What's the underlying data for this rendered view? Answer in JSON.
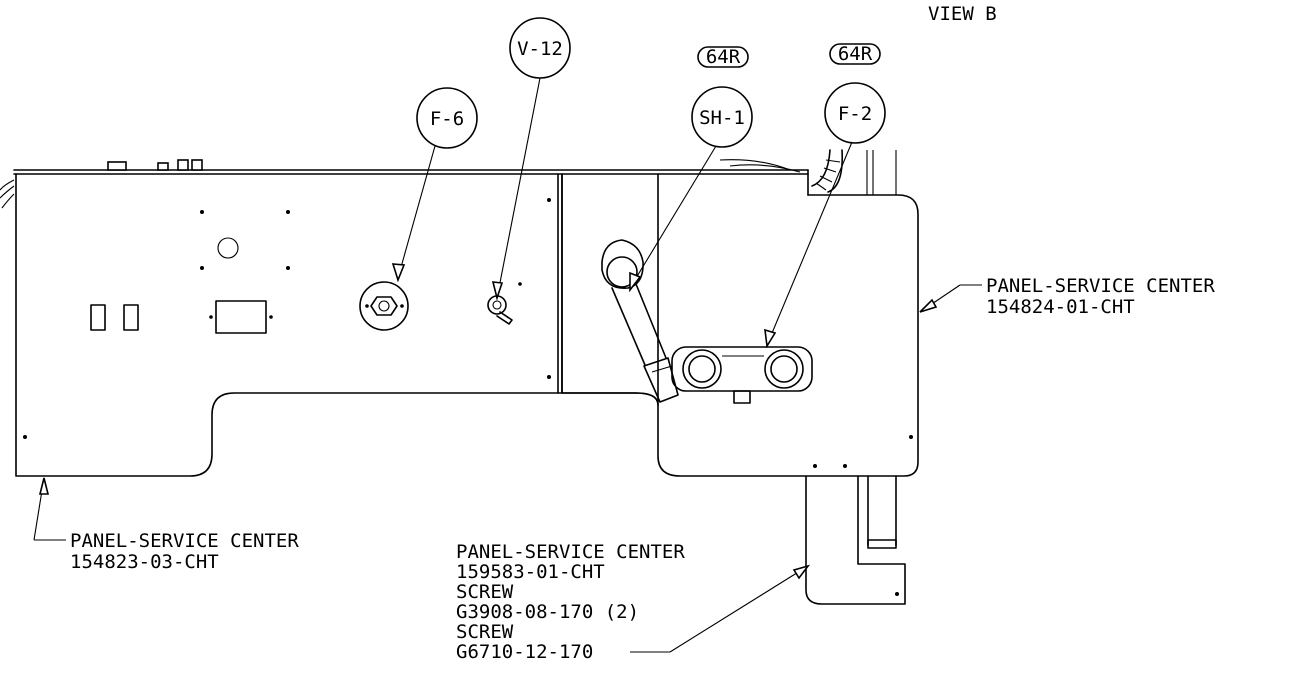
{
  "view_title": "VIEW B",
  "callouts": {
    "v12": "V-12",
    "f6": "F-6",
    "sh1": "SH-1",
    "sh1_qty": "64R",
    "f2": "F-2",
    "f2_qty": "64R"
  },
  "labels": {
    "panel_right": [
      "PANEL-SERVICE CENTER",
      "154824-01-CHT"
    ],
    "panel_left": [
      "PANEL-SERVICE CENTER",
      "154823-03-CHT"
    ],
    "panel_bottom": [
      "PANEL-SERVICE CENTER",
      "159583-01-CHT",
      "SCREW",
      "G3908-08-170 (2)",
      "SCREW",
      "G6710-12-170"
    ]
  },
  "colors": {
    "line": "#000000",
    "background": "#ffffff"
  }
}
